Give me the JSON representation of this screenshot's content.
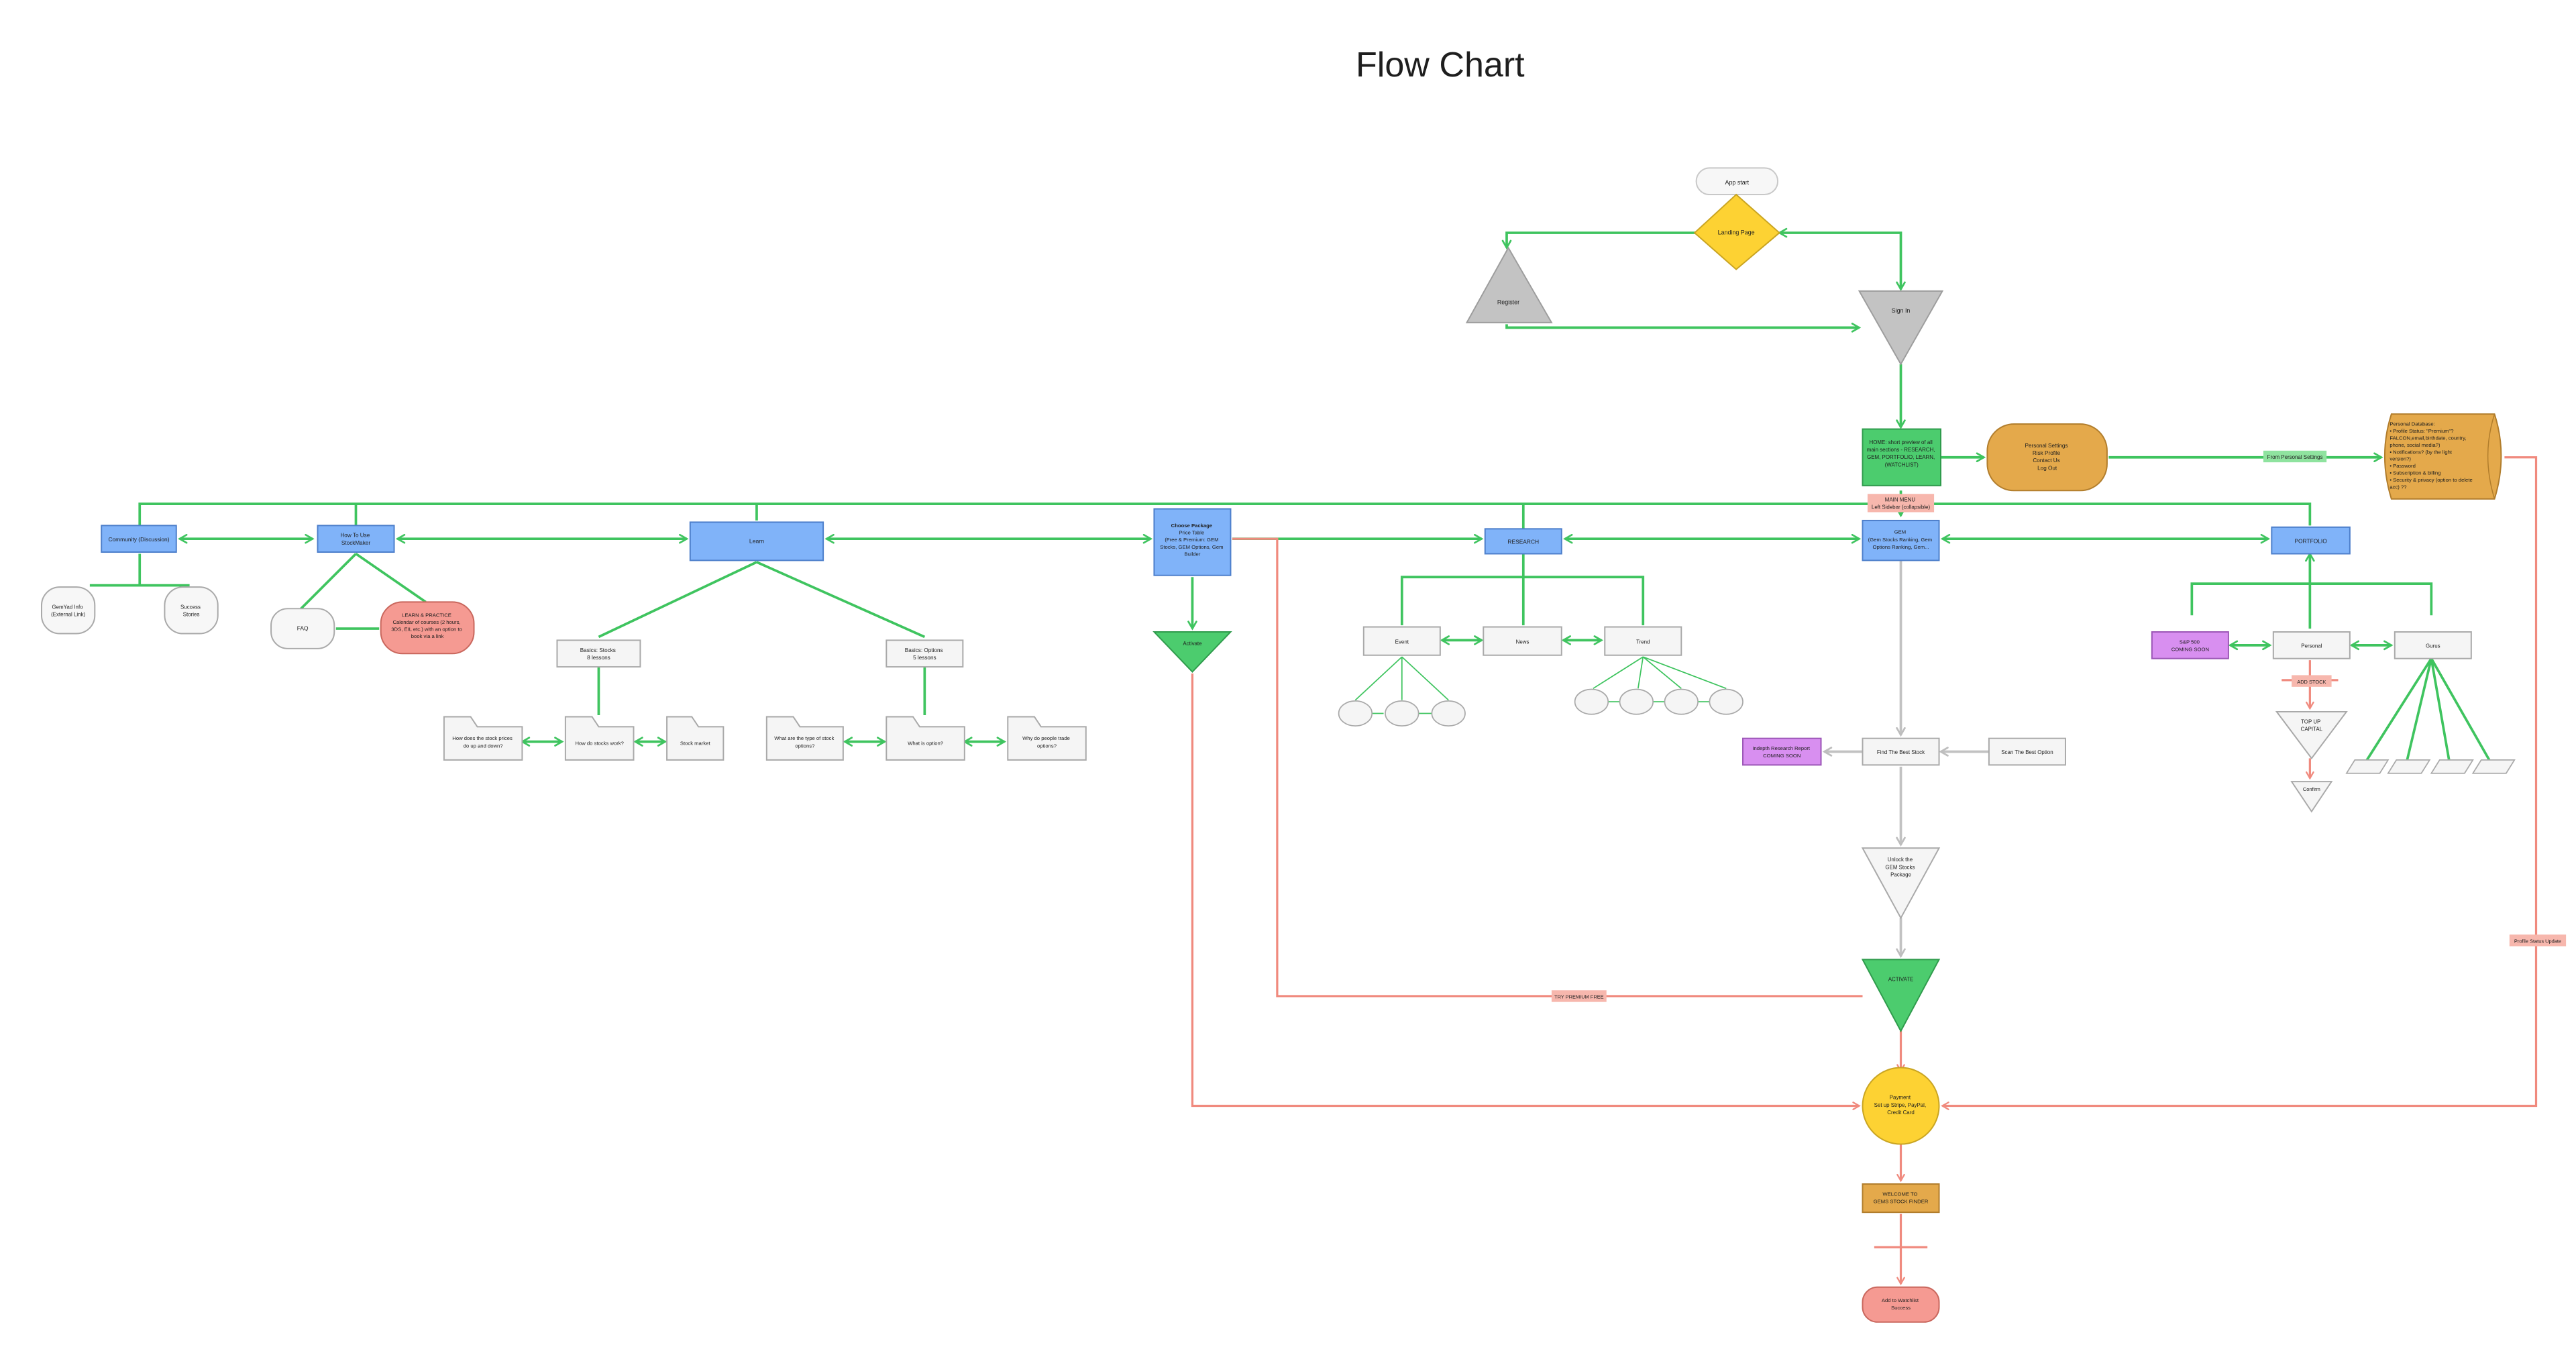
{
  "title": "Flow Chart",
  "colors": {
    "green_connector": "#3fc45f",
    "red_connector": "#f08a7e",
    "gray_connector": "#c2c2c2",
    "blue_node": "#80b3f9",
    "green_node": "#4ccc6e",
    "yellow_node": "#fdd233",
    "orange_node": "#e4a94b",
    "red_node": "#f59a92",
    "purple_node": "#d88ff0",
    "gray_node": "#c3c3c3",
    "white_node": "#f5f5f5"
  },
  "nodes": {
    "app_start": "App start",
    "landing_page": "Landing Page",
    "register": "Register",
    "sign_in": "Sign In",
    "home": [
      "HOME: short preview of all",
      "main sections - RESEARCH,",
      "GEM, PORTFOLIO, LEARN,",
      "(WATCHLIST)"
    ],
    "personal_settings": [
      "Personal Settings",
      "Risk Profile",
      "Contact Us",
      "Log Out"
    ],
    "personal_database": [
      "Personal Database:",
      "• Profile Status: \"Premium\"?",
      "  FALCON,email,birthdate, country,",
      "  phone, social media?)",
      "• Notifications? (by the light",
      "  version?)",
      "• Password",
      "• Subscription & billing",
      "• Security & privacy (option to delete",
      "  acc) ??"
    ],
    "main_menu": [
      "MAIN MENU",
      "Left Sidebar (collapsible)"
    ],
    "community": "Community (Discussion)",
    "how_to_use": [
      "How To Use",
      "StockMaker"
    ],
    "gemlab_info": [
      "GemYad Info",
      "(External Link)"
    ],
    "success_stories": [
      "Success",
      "Stories"
    ],
    "faq": "FAQ",
    "learn_practice": [
      "LEARN & PRACTICE",
      "Calendar of courses (2 hours,",
      "3DS, EIL etc.) with an option to",
      "book via a link"
    ],
    "learn": "Learn",
    "basics_stocks": [
      "Basics: Stocks",
      "8 lessons"
    ],
    "basics_options": [
      "Basics: Options",
      "5 lessons"
    ],
    "stock_prices": [
      "How does the stock prices",
      "do up and down?"
    ],
    "how_stocks_work": "How do stocks work?",
    "stock_market": "Stock market",
    "option_types": [
      "What are the type of stock",
      "options?"
    ],
    "what_is_option": "What is option?",
    "why_trade_options": [
      "Why do people trade",
      "options?"
    ],
    "choose_package": [
      "Choose Package",
      "Price Table",
      "(Free & Premium: GEM",
      "Stocks, GEM Options, Gem",
      "Builder"
    ],
    "activate_left": "Activate",
    "research": "RESEARCH",
    "event": "Event",
    "news": "News",
    "trend": "Trend",
    "gem": [
      "GEM",
      "(Gem Stocks Ranking, Gem",
      "Options Ranking, Gem..."
    ],
    "indepth_research": [
      "Indepth Research Report",
      "COMING SOON"
    ],
    "find_best_stock": "Find The Best Stock",
    "scan_best_option": "Scan The Best Option",
    "unlock_gem": [
      "Unlock the",
      "GEM Stocks",
      "Package"
    ],
    "activate_main": "ACTIVATE",
    "payment": [
      "Payment",
      "Set up Stripe, PayPal,",
      "Credit Card"
    ],
    "welcome": [
      "WELCOME TO",
      "GEMS STOCK FINDER"
    ],
    "add_watchlist": [
      "Add to Watchlist",
      "Success"
    ],
    "portfolio": "PORTFOLIO",
    "s_and_p": [
      "S&P 500",
      "COMING SOON"
    ],
    "personal": "Personal",
    "gurus": "Gurus",
    "top_up_capital": [
      "TOP UP",
      "CAPITAL"
    ],
    "confirm": "Confirm"
  },
  "edge_labels": {
    "from_personal_settings": "From Personal Settings",
    "add_stock": "ADD STOCK",
    "try_premium": "TRY PREMIUM FREE",
    "profile_status_update": "Profile Status Update"
  }
}
